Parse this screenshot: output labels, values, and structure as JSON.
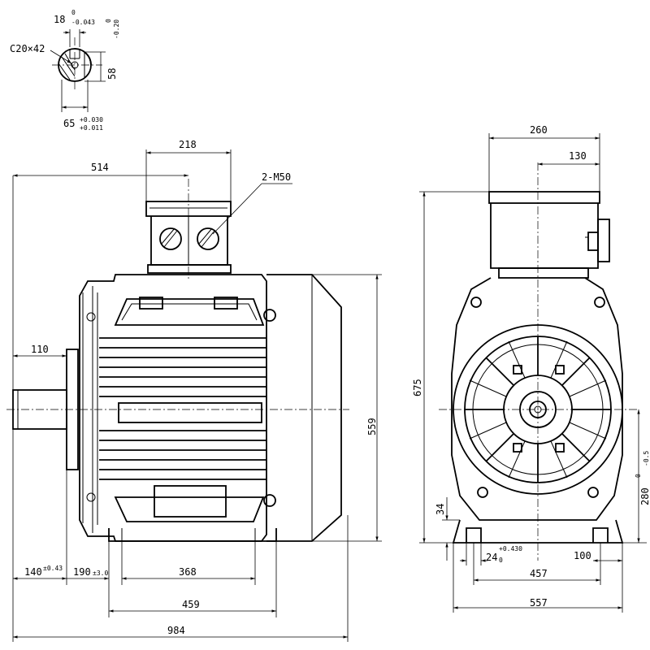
{
  "shaft_detail": {
    "key_width": "18",
    "key_width_tol_upper": "0",
    "key_width_tol_lower": "-0.043",
    "chamfer_tol_upper": "0",
    "chamfer_tol_lower": "-0.20",
    "center_hole": "C20×42",
    "key_depth": "58",
    "shaft_dia": "65",
    "shaft_dia_tol_upper": "+0.030",
    "shaft_dia_tol_lower": "+0.011"
  },
  "side_view": {
    "box_width": "218",
    "axis_to_box": "514",
    "cable_glands": "2-M50",
    "shaft_length": "110",
    "overall_height": "559",
    "shaft_to_foot": "140",
    "shaft_to_foot_tol": "±0.43",
    "shoulder_to_hole": "190",
    "shoulder_to_hole_tol": "±3.0",
    "foot_holes": "368",
    "foot_length": "459",
    "overall_length": "984"
  },
  "end_view": {
    "box_width": "260",
    "box_offset": "130",
    "overall_height": "675",
    "shaft_height": "280",
    "shaft_height_tol_upper": "0",
    "shaft_height_tol_lower": "-0.5",
    "foot_thickness": "34",
    "foot_hole": "24",
    "foot_hole_tol_upper": "+0.430",
    "foot_hole_tol_lower": "0",
    "foot_width": "100",
    "hole_spacing": "457",
    "overall_width": "557"
  }
}
